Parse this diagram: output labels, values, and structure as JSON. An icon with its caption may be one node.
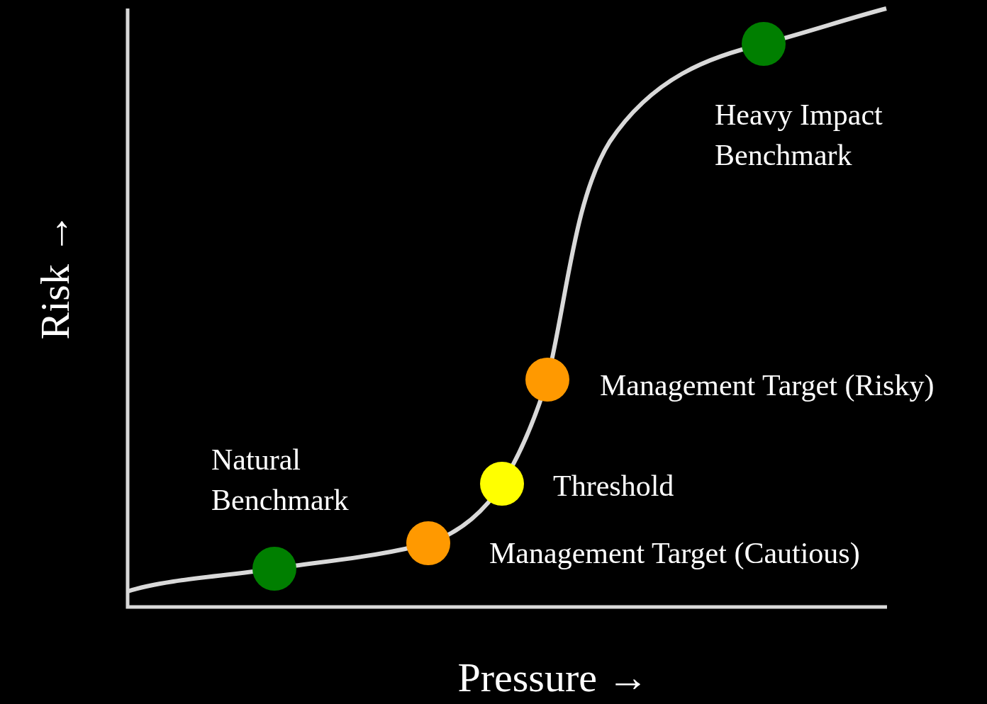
{
  "diagram": {
    "nodes": [
      {
        "text": [],
        "shape": "circle",
        "beside": [
          "Natural Benchmark"
        ]
      },
      {
        "text": [],
        "shape": "circle",
        "beside": [
          "Management Target (Cautious)"
        ]
      },
      {
        "text": [],
        "shape": "circle",
        "beside": [
          "Threshold"
        ]
      },
      {
        "text": [],
        "shape": "circle",
        "beside": [
          "Management Target (Risky)"
        ]
      },
      {
        "text": [],
        "shape": "circle",
        "beside": [
          "Heavy Impact Benchmark"
        ]
      }
    ],
    "labels": [
      "Risk →",
      "Pressure →"
    ]
  }
}
